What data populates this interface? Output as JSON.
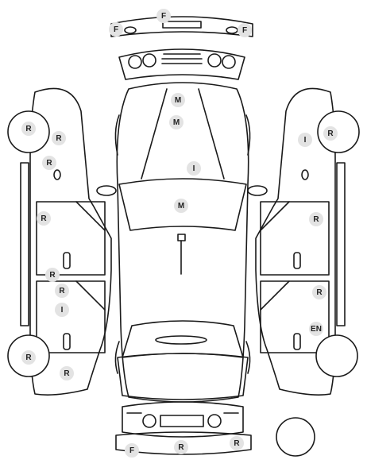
{
  "markers": [
    {
      "code": "F"
    },
    {
      "code": "F"
    },
    {
      "code": "F"
    },
    {
      "code": "M"
    },
    {
      "code": "M"
    },
    {
      "code": "I"
    },
    {
      "code": "M"
    },
    {
      "code": "R"
    },
    {
      "code": "R"
    },
    {
      "code": "R"
    },
    {
      "code": "R"
    },
    {
      "code": "R"
    },
    {
      "code": "R"
    },
    {
      "code": "I"
    },
    {
      "code": "R"
    },
    {
      "code": "R"
    },
    {
      "code": "R"
    },
    {
      "code": "I"
    },
    {
      "code": "R"
    },
    {
      "code": "R"
    },
    {
      "code": "EN"
    },
    {
      "code": "F"
    },
    {
      "code": "R"
    },
    {
      "code": "R"
    }
  ],
  "colors": {
    "line": "#1a1a1a",
    "badge": "#e3e3e3",
    "text": "#222222"
  }
}
